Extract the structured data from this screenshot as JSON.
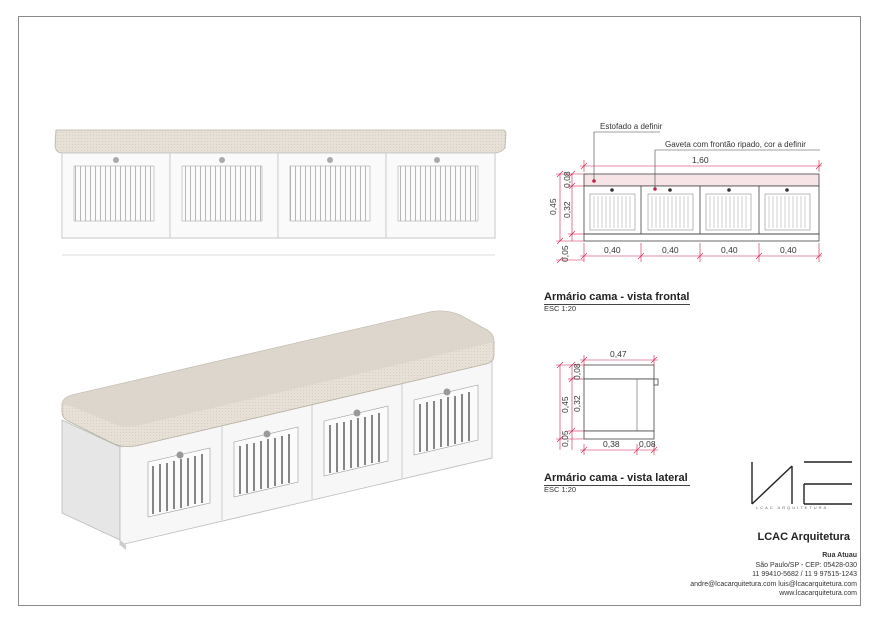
{
  "front_view": {
    "notes": {
      "upholstery": "Estofado a definir",
      "drawer": "Gaveta com frontão ripado, cor a definir"
    },
    "dimensions": {
      "total_width": "1,60",
      "total_height": "0,45",
      "top_height": "0,08",
      "drawer_height": "0,32",
      "base_height": "0,05",
      "drawer_widths": [
        "0,40",
        "0,40",
        "0,40",
        "0,40"
      ]
    },
    "title": "Armário cama - vista frontal",
    "scale": "ESC 1:20"
  },
  "side_view": {
    "dimensions": {
      "depth": "0,47",
      "total_height": "0,45",
      "top_height": "0,08",
      "drawer_height": "0,32",
      "base_height": "0,05",
      "body_depth": "0,38",
      "drawer_depth": "0,08"
    },
    "title": "Armário cama - vista lateral",
    "scale": "ESC 1:20"
  },
  "company": {
    "logo_text": "LCAC ARQUITETURA",
    "name": "LCAC Arquitetura",
    "street": "Rua Atuau",
    "city": "São Paulo/SP - CEP: 05428-030",
    "phones": "11 99410-5682 / 11 9 97515-1243",
    "emails": "andre@lcacarquitetura.com   luis@lcacarquitetura.com",
    "website": "www.lcacarquitetura.com"
  },
  "colors": {
    "upholstery": "#e3ddd4",
    "cabinet": "#f6f6f6",
    "line": "#555555",
    "dimension": "#cc1f4a"
  }
}
